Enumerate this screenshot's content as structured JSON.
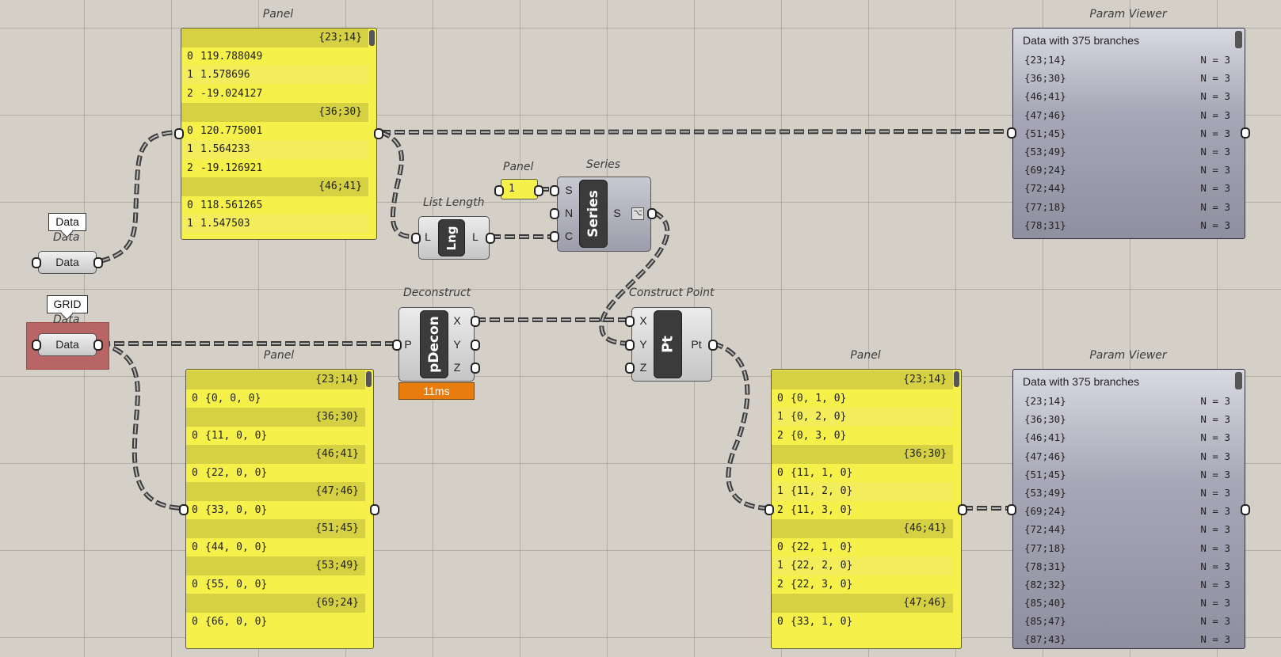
{
  "canvas": {
    "panel_top": {
      "title": "Panel",
      "rows": [
        {
          "type": "branch",
          "text": "{23;14}"
        },
        {
          "type": "item",
          "idx": "0",
          "val": "119.788049"
        },
        {
          "type": "item",
          "idx": "1",
          "val": "1.578696"
        },
        {
          "type": "item",
          "idx": "2",
          "val": "-19.024127"
        },
        {
          "type": "branch",
          "text": "{36;30}"
        },
        {
          "type": "item",
          "idx": "0",
          "val": "120.775001"
        },
        {
          "type": "item",
          "idx": "1",
          "val": "1.564233"
        },
        {
          "type": "item",
          "idx": "2",
          "val": "-19.126921"
        },
        {
          "type": "branch",
          "text": "{46;41}"
        },
        {
          "type": "item",
          "idx": "0",
          "val": "118.561265"
        },
        {
          "type": "item",
          "idx": "1",
          "val": "1.547503"
        }
      ]
    },
    "viewer_top": {
      "title": "Param Viewer",
      "header": "Data with 375 branches",
      "rows": [
        {
          "p": "{23;14}",
          "n": "N = 3"
        },
        {
          "p": "{36;30}",
          "n": "N = 3"
        },
        {
          "p": "{46;41}",
          "n": "N = 3"
        },
        {
          "p": "{47;46}",
          "n": "N = 3"
        },
        {
          "p": "{51;45}",
          "n": "N = 3"
        },
        {
          "p": "{53;49}",
          "n": "N = 3"
        },
        {
          "p": "{69;24}",
          "n": "N = 3"
        },
        {
          "p": "{72;44}",
          "n": "N = 3"
        },
        {
          "p": "{77;18}",
          "n": "N = 3"
        },
        {
          "p": "{78;31}",
          "n": "N = 3"
        }
      ]
    },
    "data1": {
      "bubble": "Data",
      "nickname": "Data",
      "label": "Data"
    },
    "data2": {
      "bubble": "GRID",
      "nickname": "Data",
      "label": "Data"
    },
    "list_length": {
      "title": "List Length",
      "core": "Lng",
      "in": "L",
      "out": "L"
    },
    "panel_one": {
      "title": "Panel",
      "value": "1"
    },
    "series": {
      "title": "Series",
      "core": "Series",
      "in_s": "S",
      "in_n": "N",
      "in_c": "C",
      "out": "S",
      "flag_icon": "graft-icon"
    },
    "deconstruct": {
      "title": "Deconstruct",
      "core": "pDecon",
      "in": "P",
      "out_x": "X",
      "out_y": "Y",
      "out_z": "Z",
      "timer": "11ms"
    },
    "construct_point": {
      "title": "Construct Point",
      "core": "Pt",
      "in_x": "X",
      "in_y": "Y",
      "in_z": "Z",
      "out": "Pt"
    },
    "panel_bottom_left": {
      "title": "Panel",
      "rows": [
        {
          "type": "branch",
          "text": "{23;14}"
        },
        {
          "type": "item",
          "idx": "0",
          "val": "{0, 0, 0}"
        },
        {
          "type": "branch",
          "text": "{36;30}"
        },
        {
          "type": "item",
          "idx": "0",
          "val": "{11, 0, 0}"
        },
        {
          "type": "branch",
          "text": "{46;41}"
        },
        {
          "type": "item",
          "idx": "0",
          "val": "{22, 0, 0}"
        },
        {
          "type": "branch",
          "text": "{47;46}"
        },
        {
          "type": "item",
          "idx": "0",
          "val": "{33, 0, 0}"
        },
        {
          "type": "branch",
          "text": "{51;45}"
        },
        {
          "type": "item",
          "idx": "0",
          "val": "{44, 0, 0}"
        },
        {
          "type": "branch",
          "text": "{53;49}"
        },
        {
          "type": "item",
          "idx": "0",
          "val": "{55, 0, 0}"
        },
        {
          "type": "branch",
          "text": "{69;24}"
        },
        {
          "type": "item",
          "idx": "0",
          "val": "{66, 0, 0}"
        }
      ]
    },
    "panel_bottom_right": {
      "title": "Panel",
      "rows": [
        {
          "type": "branch",
          "text": "{23;14}"
        },
        {
          "type": "item",
          "idx": "0",
          "val": "{0, 1, 0}"
        },
        {
          "type": "item",
          "idx": "1",
          "val": "{0, 2, 0}"
        },
        {
          "type": "item",
          "idx": "2",
          "val": "{0, 3, 0}"
        },
        {
          "type": "branch",
          "text": "{36;30}"
        },
        {
          "type": "item",
          "idx": "0",
          "val": "{11, 1, 0}"
        },
        {
          "type": "item",
          "idx": "1",
          "val": "{11, 2, 0}"
        },
        {
          "type": "item",
          "idx": "2",
          "val": "{11, 3, 0}"
        },
        {
          "type": "branch",
          "text": "{46;41}"
        },
        {
          "type": "item",
          "idx": "0",
          "val": "{22, 1, 0}"
        },
        {
          "type": "item",
          "idx": "1",
          "val": "{22, 2, 0}"
        },
        {
          "type": "item",
          "idx": "2",
          "val": "{22, 3, 0}"
        },
        {
          "type": "branch",
          "text": "{47;46}"
        },
        {
          "type": "item",
          "idx": "0",
          "val": "{33, 1, 0}"
        }
      ]
    },
    "viewer_bottom": {
      "title": "Param Viewer",
      "header": "Data with 375 branches",
      "rows": [
        {
          "p": "{23;14}",
          "n": "N = 3"
        },
        {
          "p": "{36;30}",
          "n": "N = 3"
        },
        {
          "p": "{46;41}",
          "n": "N = 3"
        },
        {
          "p": "{47;46}",
          "n": "N = 3"
        },
        {
          "p": "{51;45}",
          "n": "N = 3"
        },
        {
          "p": "{53;49}",
          "n": "N = 3"
        },
        {
          "p": "{69;24}",
          "n": "N = 3"
        },
        {
          "p": "{72;44}",
          "n": "N = 3"
        },
        {
          "p": "{77;18}",
          "n": "N = 3"
        },
        {
          "p": "{78;31}",
          "n": "N = 3"
        },
        {
          "p": "{82;32}",
          "n": "N = 3"
        },
        {
          "p": "{85;40}",
          "n": "N = 3"
        },
        {
          "p": "{85;47}",
          "n": "N = 3"
        },
        {
          "p": "{87;43}",
          "n": "N = 3"
        }
      ]
    }
  }
}
